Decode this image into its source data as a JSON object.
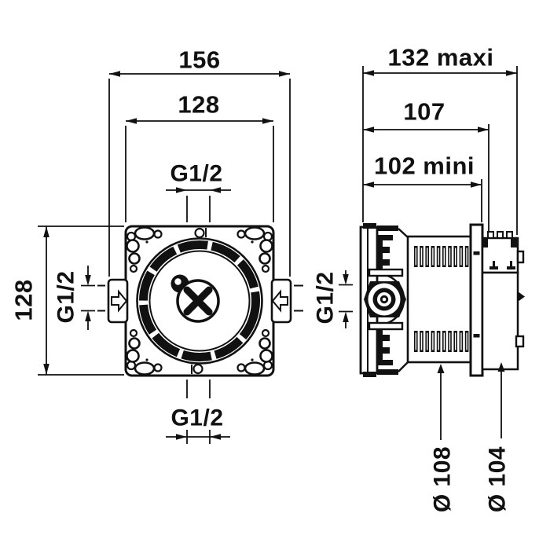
{
  "front_view": {
    "overall_width": "156",
    "body_width": "128",
    "body_height": "128",
    "top_connection": "G1/2",
    "side_connection": "G1/2",
    "bottom_connection": "G1/2"
  },
  "side_view": {
    "depth_max": "132 maxi",
    "depth_mid": "107",
    "depth_min": "102 mini",
    "side_connection": "G1/2",
    "body_diameter": "Ø 108",
    "cap_diameter": "Ø 104"
  }
}
